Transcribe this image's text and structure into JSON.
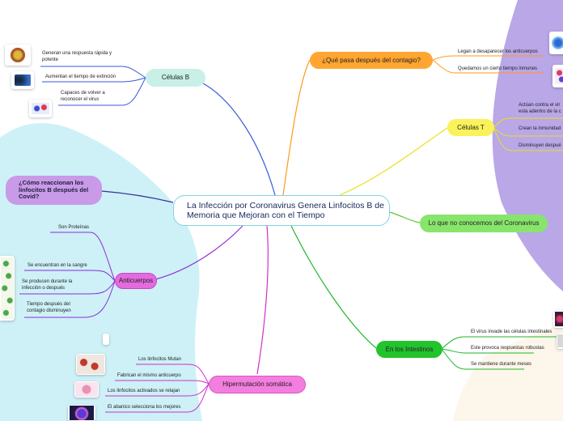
{
  "center": {
    "title": "La Infección por Coronavirus Genera Linfocitos B de Memoria que Mejoran con el Tiempo"
  },
  "branches": {
    "celulas_b": {
      "label": "Células B",
      "leaves": [
        "Generan una respuesta rápida y potente",
        "Aumentan el tiempo de extinción",
        "Capaces de volver a reconocer el virus"
      ]
    },
    "como_reaccionan": {
      "label": "¿Cómo reaccionan los linfocitos B después del Covid?"
    },
    "anticuerpos": {
      "label": "Anticuerpos",
      "leaves": [
        "Son Proteínas",
        "Se encuentran en la sangre",
        "Se producen durante la infección o después",
        "Tiempo después del contagio disminuyen"
      ]
    },
    "hipermutacion": {
      "label": "Hipermutación somática",
      "leaves": [
        "Los linfocitos Mutan",
        "Fabrican el mismo anticuerpo",
        "Los linfocitos activados se relajan",
        "El abanico selecciona los mejores"
      ]
    },
    "que_pasa": {
      "label": "¿Qué pasa después del contagio?",
      "leaves": [
        "Legan a desaparecer los anticuerpos",
        "Quedamos un cierto tiempo inmunes"
      ]
    },
    "celulas_t": {
      "label": "Células T",
      "leaves": [
        "Actúan contra el vir esta adentro de la c",
        "Crean la inmunidad",
        "Disminuyen despué"
      ]
    },
    "lo_que_no": {
      "label": "Lo que no conocemos del Coronavirus"
    },
    "intestinos": {
      "label": "En los Intestinos",
      "leaves": [
        "El virus invade las células intestinales",
        "Este provoca respuestas robustas",
        "Se mantiene durante meses"
      ]
    }
  },
  "colors": {
    "celulas_b": "#c8f0e6",
    "como_reaccionan": "#c99ae8",
    "anticuerpos": "#e36bdf",
    "hipermutacion": "#f47edf",
    "que_pasa": "#ffa531",
    "celulas_t": "#faf25a",
    "lo_que_no": "#88e56c",
    "intestinos": "#22c32c",
    "bg_blue": "#cdf1f7",
    "bg_purple": "#b9a7e8",
    "bg_cream": "#fdf6ea"
  }
}
